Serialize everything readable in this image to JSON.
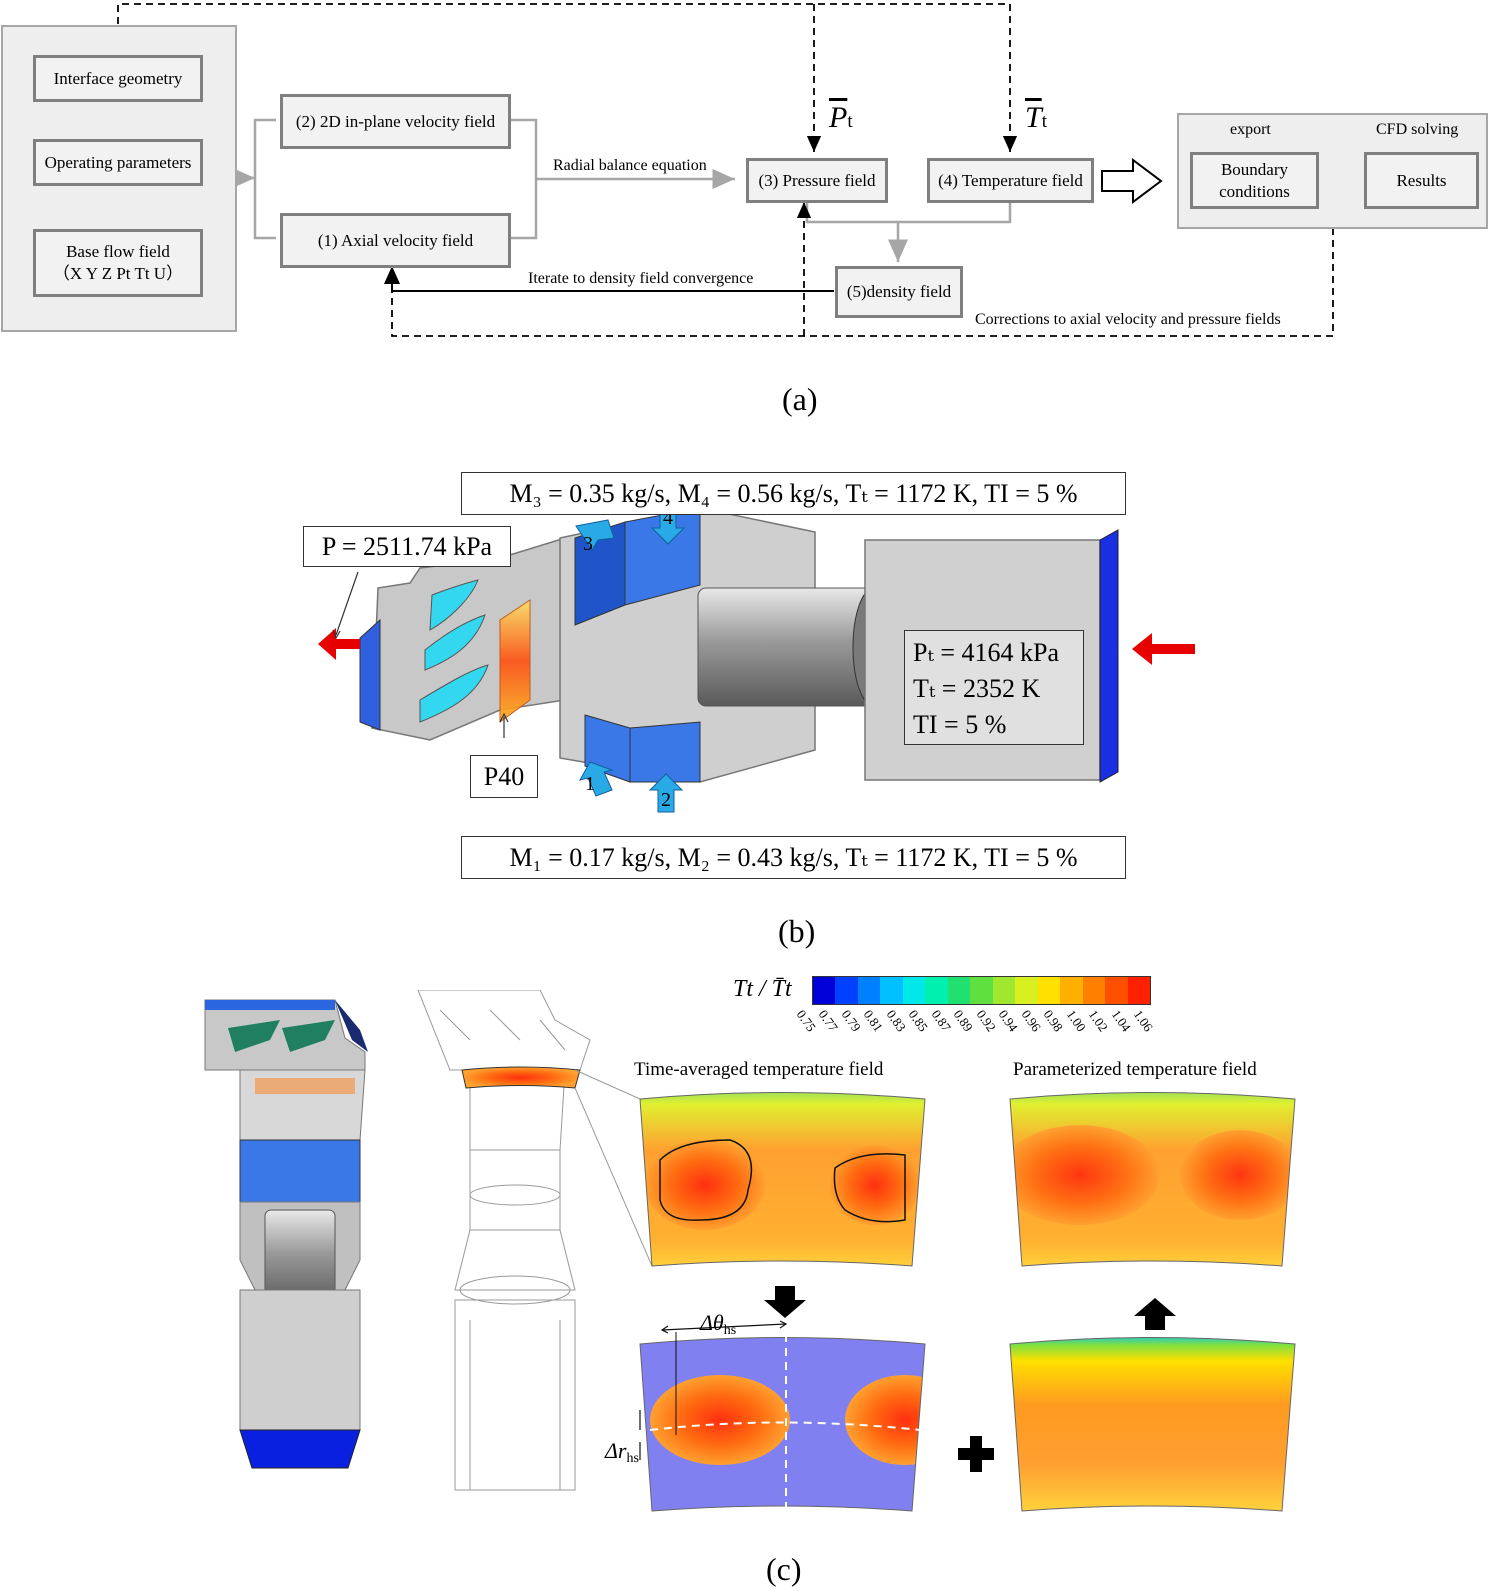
{
  "panel_a": {
    "caption": "(a)",
    "left_inputs": [
      "Interface geometry",
      "Operating parameters",
      "Base flow field",
      "（X Y Z Pt Tt U）"
    ],
    "box_2d_velocity": "(2) 2D in-plane velocity field",
    "box_axial_velocity": "(1) Axial velocity field",
    "box_pressure": "(3) Pressure field",
    "box_temperature": "(4) Temperature field",
    "box_density": "(5)density field",
    "label_radial": "Radial balance equation",
    "label_iterate": "Iterate to density field convergence",
    "label_corrections": "Corrections to axial velocity and pressure fields",
    "symbol_pt": "P",
    "symbol_tt": "T",
    "symbol_sub": "t",
    "cfd": {
      "export_label": "export",
      "solving_label": "CFD solving",
      "boundary_line1": "Boundary",
      "boundary_line2": "conditions",
      "results": "Results"
    }
  },
  "panel_b": {
    "caption": "(b)",
    "top_condition": "M₃ = 0.35 kg/s, M₄ = 0.56 kg/s, Tₜ = 1172 K, TI = 5 %",
    "bottom_condition": "M₁ = 0.17 kg/s, M₂ = 0.43 kg/s, Tₜ = 1172 K, TI = 5 %",
    "outlet_pressure": "P = 2511.74 kPa",
    "plane_label": "P40",
    "inlet_pt": "Pₜ = 4164 kPa",
    "inlet_tt": "Tₜ = 2352 K",
    "inlet_ti": "TI = 5 %",
    "port_labels": [
      "1",
      "2",
      "3",
      "4"
    ]
  },
  "panel_c": {
    "caption": "(c)",
    "colorbar_label": "Tt / T̄t",
    "colorbar_ticks": [
      "0.75",
      "0.77",
      "0.79",
      "0.81",
      "0.83",
      "0.85",
      "0.87",
      "0.89",
      "0.92",
      "0.94",
      "0.96",
      "0.98",
      "1.00",
      "1.02",
      "1.04",
      "1.06"
    ],
    "colorbar_colors": [
      "#0000d8",
      "#0040ff",
      "#0080ff",
      "#00c0ff",
      "#00e8e8",
      "#00f0b0",
      "#20e070",
      "#60e040",
      "#a0e830",
      "#d8f020",
      "#ffe000",
      "#ffb000",
      "#ff8000",
      "#ff5000",
      "#ff2000"
    ],
    "title_time_averaged": "Time-averaged temperature field",
    "title_parameterized": "Parameterized temperature field",
    "delta_theta_base": "Δθ",
    "delta_theta_sub": "hs",
    "delta_r_base": "Δr",
    "delta_r_sub": "hs"
  }
}
